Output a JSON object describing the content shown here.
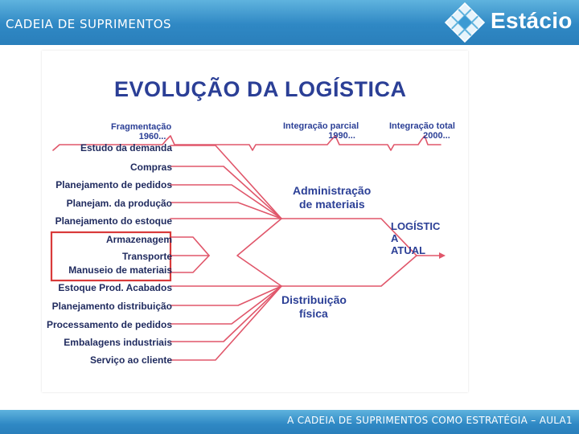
{
  "header": {
    "title": "CADEIA DE SUPRIMENTOS",
    "logo_text": "Estácio"
  },
  "diagram": {
    "title": "EVOLUÇÃO DA LOGÍSTICA",
    "phases": [
      {
        "label": "Fragmentação",
        "year": "1960..."
      },
      {
        "label": "Integração parcial",
        "year": "1990..."
      },
      {
        "label": "Integração total",
        "year": "2000..."
      }
    ],
    "activities": [
      "Estudo da demanda",
      "Compras",
      "Planejamento de pedidos",
      "Planejam.  da produção",
      "Planejamento do estoque",
      "Armazenagem",
      "Transporte",
      "Manuseio de materiais",
      "Estoque  Prod.  Acabados",
      "Planejamento distribuição",
      "Processamento de pedidos",
      "Embalagens industriais",
      "Serviço ao cliente"
    ],
    "groups": [
      {
        "line1": "Administração",
        "line2": "de materiais"
      },
      {
        "line1": "Distribuição",
        "line2": "física"
      }
    ],
    "result": {
      "line1": "LOGÍSTIC",
      "line2": "A",
      "line3": "ATUAL"
    },
    "colors": {
      "lines": "#e0566a",
      "highlight_box": "#d93a3a",
      "text": "#2b3f96"
    }
  },
  "footer": {
    "text": "A CADEIA DE SUPRIMENTOS COMO ESTRATÉGIA – AULA1"
  }
}
